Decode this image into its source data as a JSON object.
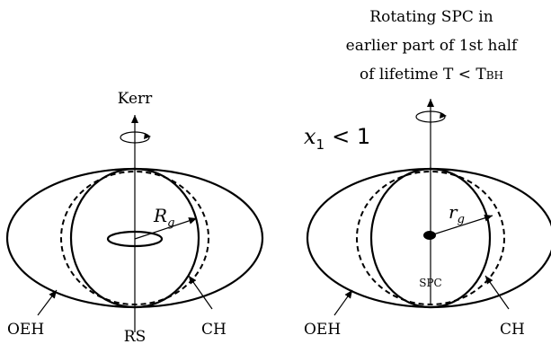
{
  "left": {
    "axis_label": "Kerr",
    "radius_label": "R",
    "radius_subscript": "g",
    "oeh_label": "OEH",
    "rs_label": "RS",
    "ch_label": "CH"
  },
  "right": {
    "title_line1": "Rotating SPC in",
    "title_line2": "earlier part of 1st  half",
    "title_line3_a": "of lifetime  T < T",
    "title_line3_b": "BH",
    "x_label": "x",
    "x_subscript": "1",
    "x_relation": "< 1",
    "radius_label": "r",
    "radius_subscript": "g",
    "spc_label": "SPC",
    "oeh_label": "OEH",
    "ch_label": "CH"
  }
}
